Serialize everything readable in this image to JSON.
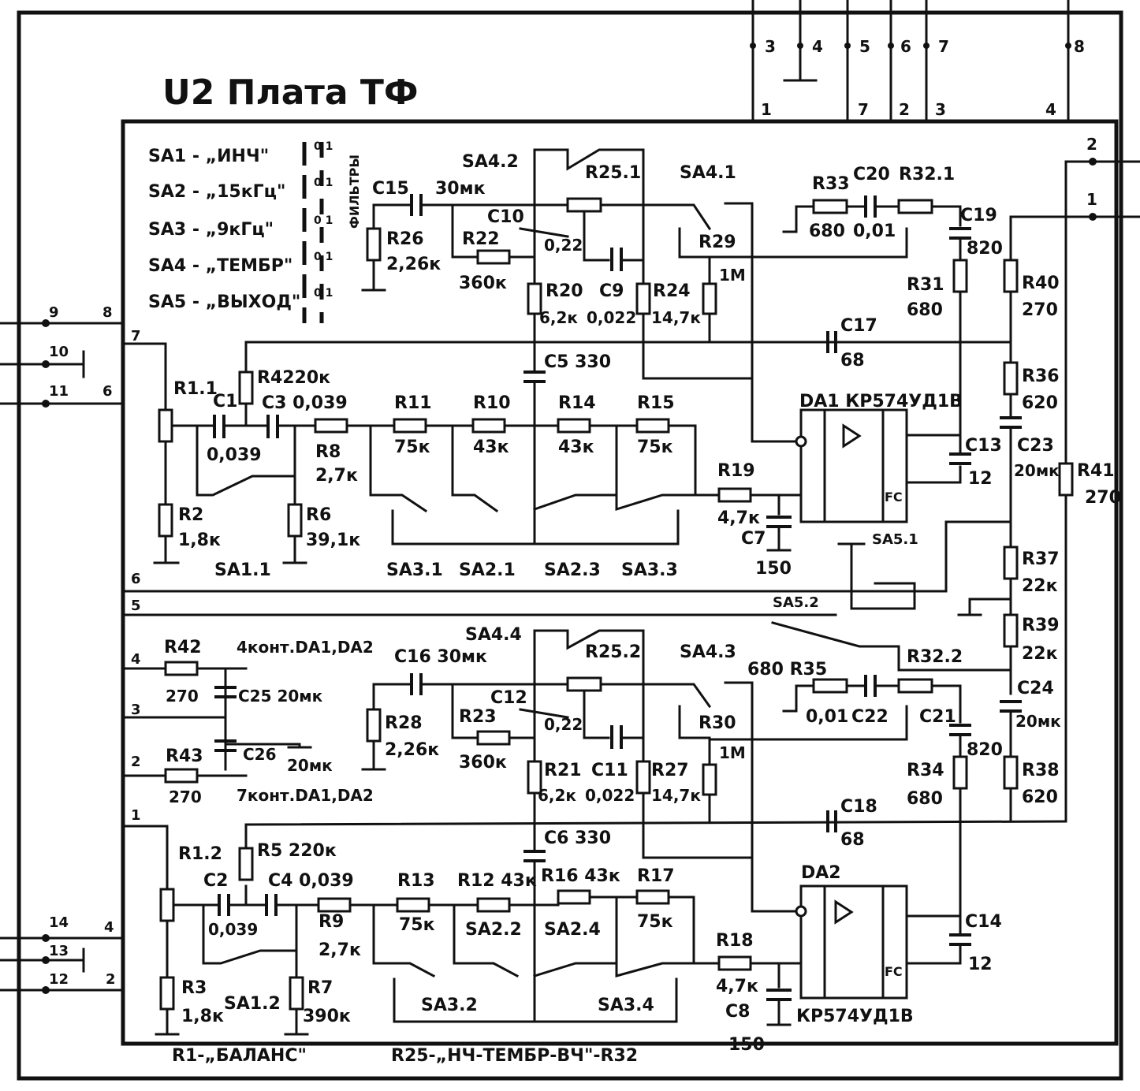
{
  "title": "U2 Плата ТФ",
  "legend": {
    "items": [
      {
        "name": "SA1",
        "label": "SA1 - „ИНЧ\"",
        "bits": "0 1"
      },
      {
        "name": "SA2",
        "label": "SA2 - „15кГц\"",
        "bits": "0 1"
      },
      {
        "name": "SA3",
        "label": "SA3 - „9кГц\"",
        "bits": "0 1"
      },
      {
        "name": "SA4",
        "label": "SA4 - „ТЕМБР\"",
        "bits": "0 1"
      },
      {
        "name": "SA5",
        "label": "SA5 - „ВЫХОД\"",
        "bits": "0 1"
      }
    ],
    "group_label": "ФИЛЬТРЫ"
  },
  "connector_top": {
    "outer": [
      "3",
      "4",
      "5",
      "6",
      "7",
      "8"
    ],
    "inner": [
      "1",
      "7",
      "2",
      "3",
      "4"
    ]
  },
  "left_pins": {
    "p9": "9",
    "p8": "8",
    "p10": "10",
    "p11": "11",
    "p6": "6",
    "p7": "7",
    "p14": "14",
    "p4": "4",
    "p13": "13",
    "p12": "12",
    "p2": "2"
  },
  "right_pins": {
    "p2": "2",
    "p1": "1"
  },
  "inner_pins": {
    "n7": "7",
    "n6": "6",
    "n5": "5",
    "n4": "4",
    "n3": "3",
    "n2": "2",
    "n1": "1"
  },
  "upper": {
    "R1_1": "R1.1",
    "R2": "R2",
    "R2_v": "1,8к",
    "C1": "C1",
    "C1_v": "0,039",
    "R4": "R4220к",
    "C3": "C3 0,039",
    "R8": "R8",
    "R8_v": "2,7к",
    "R6": "R6",
    "R6_v": "39,1к",
    "R11": "R11",
    "R11_v": "75к",
    "R10": "R10",
    "R10_v": "43к",
    "R14": "R14",
    "R14_v": "43к",
    "R15": "R15",
    "R15_v": "75к",
    "SA1_1": "SA1.1",
    "SA3_1": "SA3.1",
    "SA2_1": "SA2.1",
    "SA2_3": "SA2.3",
    "SA3_3": "SA3.3",
    "R19": "R19",
    "R19_v": "4,7к",
    "C7": "C7",
    "C7_v": "150",
    "C15": "C15",
    "C15_v": "30мк",
    "R26": "R26",
    "R26_v": "2,26к",
    "SA4_2": "SA4.2",
    "R25_1": "R25.1",
    "R22": "R22",
    "R22_v": "360к",
    "C10": "C10",
    "C10_v": "0,22",
    "R20": "R20",
    "R20_v": "6,2к",
    "C9": "C9",
    "C9_v": "0,022",
    "R24": "R24",
    "R24_v": "14,7к",
    "C5": "C5 330",
    "SA4_1": "SA4.1",
    "R29": "R29",
    "R29_v": "1М",
    "R33": "R33",
    "R33_v": "680",
    "C20": "C20",
    "C20_v": "0,01",
    "R32_1": "R32.1",
    "C19": "C19",
    "C19_v": "820",
    "R31": "R31",
    "R31_v": "680",
    "C17": "C17",
    "C17_v": "68",
    "DA1": "DA1 КР574УД1В",
    "FC": "FC",
    "C13": "C13",
    "C13_v": "12",
    "SA5_1": "SA5.1",
    "R40": "R40",
    "R40_v": "270",
    "R36": "R36",
    "R36_v": "620",
    "C23": "C23",
    "C23_v": "20мк",
    "R41": "R41",
    "R41_v": "270",
    "R37": "R37",
    "R37_v": "22к",
    "R39": "R39",
    "R39_v": "22к"
  },
  "lower": {
    "SA5_2": "SA5.2",
    "R42": "R42",
    "R42_v": "270",
    "C25": "C25 20мк",
    "note4": "4конт.DA1,DA2",
    "R43": "R43",
    "R43_v": "270",
    "C26": "C26",
    "C26_v": "20мк",
    "note7": "7конт.DA1,DA2",
    "C16": "C16 30мк",
    "R28": "R28",
    "R28_v": "2,26к",
    "SA4_4": "SA4.4",
    "R25_2": "R25.2",
    "R23": "R23",
    "R23_v": "360к",
    "C12": "C12",
    "C12_v": "0,22",
    "R21": "R21",
    "R21_v": "6,2к",
    "C11": "C11",
    "C11_v": "0,022",
    "R27": "R27",
    "R27_v": "14,7к",
    "C6": "C6 330",
    "SA4_3": "SA4.3",
    "R30": "R30",
    "R30_v": "1М",
    "R35": "680 R35",
    "C22": "C22",
    "C22_v": "0,01",
    "R32_2": "R32.2",
    "C21": "C21",
    "C21_v": "820",
    "R34": "R34",
    "R34_v": "680",
    "C18": "C18",
    "C18_v": "68",
    "C24": "C24",
    "C24_v": "20мк",
    "R38": "R38",
    "R38_v": "620",
    "R1_2": "R1.2",
    "R3": "R3",
    "R3_v": "1,8к",
    "C2": "C2",
    "C2_v": "0,039",
    "R5": "R5 220к",
    "C4": "C4 0,039",
    "R9": "R9",
    "R9_v": "2,7к",
    "R7": "R7",
    "R7_v": "390к",
    "R13": "R13",
    "R13_v": "75к",
    "R12": "R12 43к",
    "R16": "R16 43к",
    "R17": "R17",
    "R17_v": "75к",
    "SA1_2": "SA1.2",
    "SA2_2": "SA2.2",
    "SA2_4": "SA2.4",
    "SA3_2": "SA3.2",
    "SA3_4": "SA3.4",
    "R18": "R18",
    "R18_v": "4,7к",
    "C8": "C8",
    "C8_v": "150",
    "DA2": "DA2",
    "DA2_part": "КР574УД1В",
    "FC": "FC",
    "C14": "C14",
    "C14_v": "12"
  },
  "footer": {
    "r1": "R1-„БАЛАНС\"",
    "r25": "R25-„НЧ-ТЕМБР-ВЧ\"-R32"
  }
}
